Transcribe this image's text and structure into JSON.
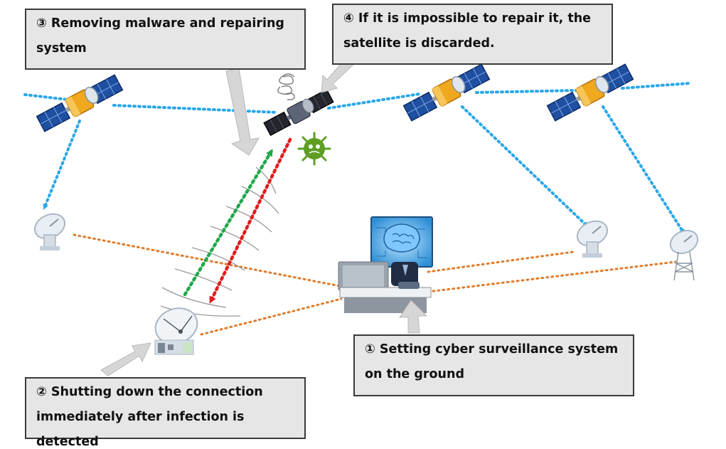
{
  "callouts": {
    "step1": "① Setting cyber surveillance system\non the ground",
    "step2": "② Shutting down the connection\nimmediately after infection is detected",
    "step3": "③ Removing malware and repairing\nsystem",
    "step4": "④ If it is impossible to repair it, the\nsatellite is discarded."
  },
  "colors": {
    "satellite_link": "#2aa7e8",
    "ground_link": "#e07b2a",
    "uplink": "#1fa84a",
    "downlink": "#e21d1d",
    "malware": "#5e9e22",
    "solar_panel": "#1f4fa0",
    "satellite_body": "#f0a81e",
    "infected_body": "#5c6578",
    "callout_bg": "#e6e6e6",
    "arrow": "#d6d6d6"
  },
  "icons": {
    "satellites": [
      "satellite-icon",
      "satellite-icon",
      "satellite-icon",
      "infected-satellite-icon"
    ],
    "ground_stations": [
      "ground-antenna-icon",
      "ground-antenna-icon",
      "ground-antenna-icon",
      "ground-antenna-icon"
    ],
    "operator": "ai-operator-icon",
    "malware": "malware-virus-icon"
  }
}
